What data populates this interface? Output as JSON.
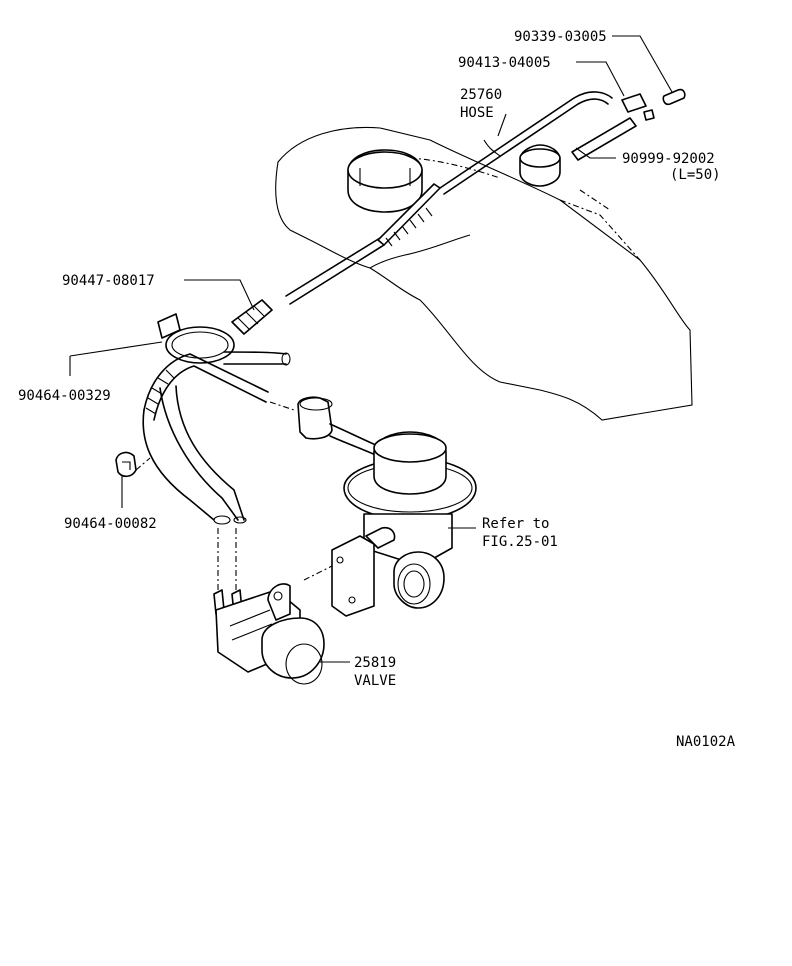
{
  "diagram_id": "NA0102A",
  "parts": {
    "p1": "90339-03005",
    "p2": "90413-04005",
    "p3_num": "25760",
    "p3_name": "HOSE",
    "p4_num": "90999-92002",
    "p4_len": "(L=50)",
    "p5": "90447-08017",
    "p6": "90464-00329",
    "p7": "90464-00082",
    "ref_line1": "Refer to",
    "ref_line2": "FIG.25-01",
    "p8_num": "25819",
    "p8_name": "VALVE"
  }
}
